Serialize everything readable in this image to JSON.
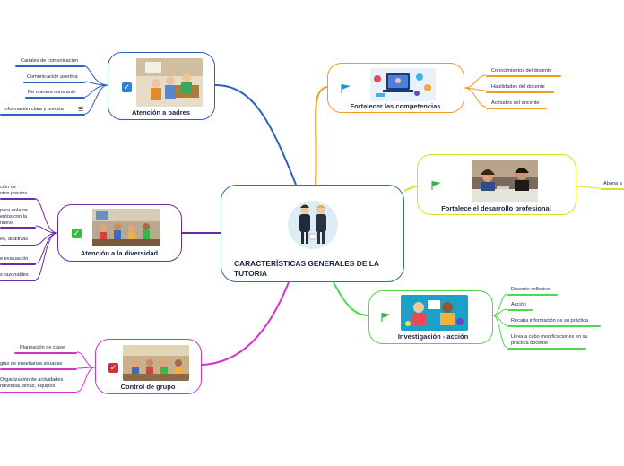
{
  "central": {
    "title": "CARACTERÍSTICAS GENERALES DE LA TUTORIA",
    "icon": "teachers-illustration"
  },
  "branches": {
    "padres": {
      "title": "Atención a padres",
      "color": "#2a62c4",
      "marker": "checkbox-icon",
      "leaves": [
        "Canales de comunicación",
        "Comunicación asertiva",
        "De manera constante",
        "Información clara y precisa"
      ]
    },
    "competencias": {
      "title": "Fortalecer las competencias",
      "color": "#f19a21",
      "marker": "flag-icon",
      "leaves": [
        "Conocimientos del docente",
        "Habilidades del docente",
        "Actitudes del docente"
      ]
    },
    "profesional": {
      "title": "Fortalece el desarrollo profesional",
      "color": "#d8e021",
      "marker": "flag-icon",
      "leaves": [
        "Abona a"
      ]
    },
    "investigacion": {
      "title": "Investigación - acción",
      "color": "#4cd94a",
      "marker": "flag-icon",
      "leaves": [
        "Docente reflexivo",
        "Acción",
        "Recaba información de su práctica",
        "Lleva a cabo modificaciones en su práctica docente"
      ]
    },
    "diversidad": {
      "title": "Atención a la diversidad",
      "color": "#6a2ca6",
      "marker": "checkbox-icon",
      "leaves": [
        "ción de",
        "ntos previos",
        "para enlazar",
        "entos con la",
        "nueva",
        "es, auditivas",
        "e evaluación",
        "s razonables"
      ]
    },
    "grupo": {
      "title": "Control de grupo",
      "color": "#d52fd0",
      "marker": "checkbox-icon",
      "leaves": [
        "Planeación de clase",
        "gias de enseñanza situadas",
        "Organización de actividades",
        "ndividual, binas, equipos"
      ]
    }
  },
  "colors": {
    "central_border": "#2e6f9e",
    "checkbox_blue": "#2d84d6",
    "checkbox_green": "#2fbf3a",
    "checkbox_red": "#d92b3a"
  }
}
